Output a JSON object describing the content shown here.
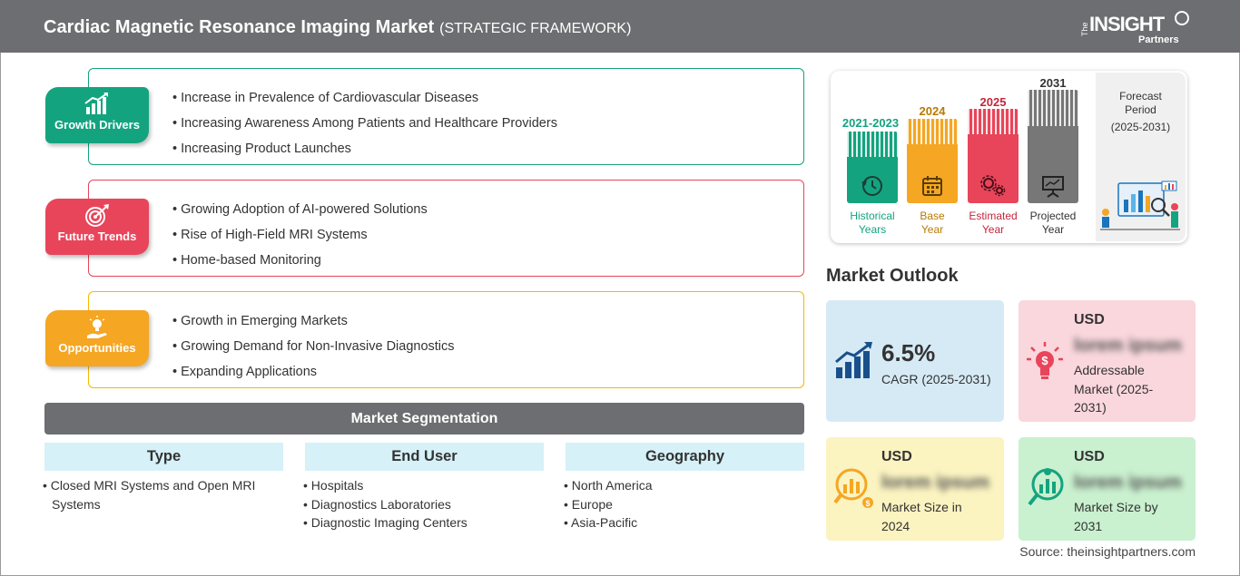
{
  "header": {
    "title": "Cardiac Magnetic Resonance Imaging Market",
    "subtitle": "(STRATEGIC FRAMEWORK)",
    "logo": {
      "the": "The",
      "main": "INSIGHT",
      "partners": "Partners"
    }
  },
  "categories": [
    {
      "label": "Growth Drivers",
      "color": "#14a37f",
      "icon": "growth-chart-icon",
      "items": [
        "Increase in Prevalence of Cardiovascular Diseases",
        "Increasing Awareness Among Patients and Healthcare Providers",
        "Increasing Product Launches"
      ]
    },
    {
      "label": "Future Trends",
      "color": "#e8455a",
      "icon": "target-icon",
      "items": [
        "Growing Adoption of AI-powered Solutions",
        "Rise of High-Field MRI Systems",
        "Home-based Monitoring"
      ]
    },
    {
      "label": "Opportunities",
      "color": "#f5a623",
      "icon": "lightbulb-hand-icon",
      "items": [
        "Growth in Emerging Markets",
        "Growing Demand for Non-Invasive Diagnostics",
        "Expanding Applications"
      ]
    }
  ],
  "segmentation": {
    "title": "Market Segmentation",
    "columns": [
      {
        "heading": "Type",
        "items": [
          "Closed MRI Systems and Open MRI Systems"
        ]
      },
      {
        "heading": "End User",
        "items": [
          "Hospitals",
          "Diagnostics Laboratories",
          "Diagnostic Imaging Centers"
        ]
      },
      {
        "heading": "Geography",
        "items": [
          "North America",
          "Europe",
          "Asia-Pacific"
        ]
      }
    ]
  },
  "timeline": {
    "periods": [
      {
        "year": "2021-2023",
        "caption_line1": "Historical",
        "caption_line2": "Years",
        "color": "#14a37f",
        "icon": "history-icon"
      },
      {
        "year": "2024",
        "caption_line1": "Base",
        "caption_line2": "Year",
        "color": "#f5a623",
        "icon": "calendar-icon"
      },
      {
        "year": "2025",
        "caption_line1": "Estimated",
        "caption_line2": "Year",
        "color": "#e8455a",
        "icon": "gears-icon"
      },
      {
        "year": "2031",
        "caption_line1": "Projected",
        "caption_line2": "Year",
        "color": "#777777",
        "icon": "presentation-icon"
      }
    ],
    "forecast": {
      "line1": "Forecast",
      "line2": "Period",
      "line3": "(2025-2031)"
    }
  },
  "outlook": {
    "title": "Market Outlook",
    "cagr": {
      "value": "6.5%",
      "label": "CAGR (2025-2031)",
      "bg": "#d6eaf5"
    },
    "addressable": {
      "currency": "USD",
      "value": "lorem ipsum",
      "label_lines": [
        "Addressable",
        "Market (2025-",
        "2031)"
      ],
      "bg": "#f9d7dc"
    },
    "size_2024": {
      "currency": "USD",
      "value": "lorem ipsum",
      "label_lines": [
        "Market Size in",
        "2024"
      ],
      "bg": "#fbf3c0"
    },
    "size_2031": {
      "currency": "USD",
      "value": "lorem ipsum",
      "label_lines": [
        "Market Size by",
        "2031"
      ],
      "bg": "#c9f0cf"
    }
  },
  "source": "Source: theinsightpartners.com"
}
